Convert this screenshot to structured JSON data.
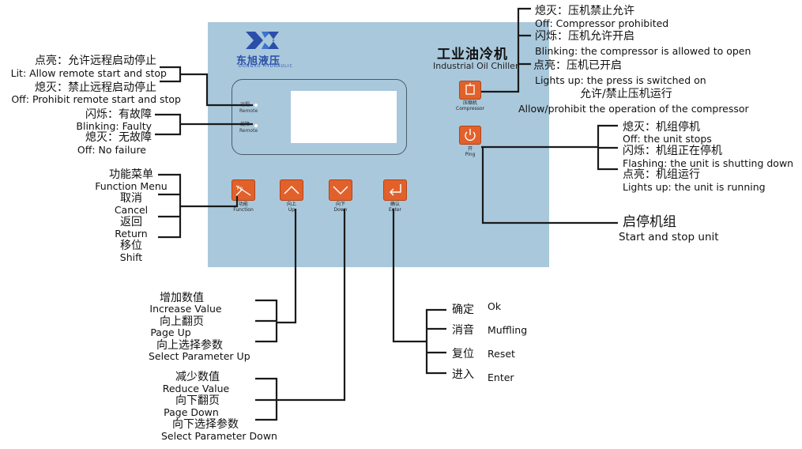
{
  "brand": {
    "name": "东旭液压",
    "subtitle": "DONGXU HYDRAULIC",
    "mark": "DX"
  },
  "product": {
    "title_cn": "工业油冷机",
    "title_en": "Industrial Oil Chiller"
  },
  "panel_labels": {
    "remote_cn": "远程",
    "remote_en": "Remote",
    "fault_cn": "故障",
    "fault_en": "Remote",
    "compressor_cn": "压缩机",
    "compressor_en": "Compressor",
    "power_cn": "开",
    "power_en": "Ping"
  },
  "keys": [
    {
      "cn": "功能",
      "en": "Function"
    },
    {
      "cn": "向上",
      "en": "Up"
    },
    {
      "cn": "向下",
      "en": "Down"
    },
    {
      "cn": "确认",
      "en": "Enter"
    }
  ],
  "callouts": {
    "remote": {
      "lit_cn": "点亮：允许远程启动停止",
      "lit_en": "Lit: Allow remote start and stop",
      "off_cn": "熄灭：禁止远程启动停止",
      "off_en": "Off: Prohibit remote start and stop"
    },
    "fault": {
      "blink_cn": "闪烁：有故障",
      "blink_en": "Blinking: Faulty",
      "off_cn": "熄灭：无故障",
      "off_en": "Off: No failure"
    },
    "function_key": [
      {
        "cn": "功能菜单",
        "en": "Function Menu"
      },
      {
        "cn": "取消",
        "en": "Cancel"
      },
      {
        "cn": "返回",
        "en": "Return"
      },
      {
        "cn": "移位",
        "en": "Shift"
      }
    ],
    "up_key": [
      {
        "cn": "增加数值",
        "en": "Increase Value"
      },
      {
        "cn": "向上翻页",
        "en": "Page Up"
      },
      {
        "cn": "向上选择参数",
        "en": "Select Parameter Up"
      }
    ],
    "down_key": [
      {
        "cn": "减少数值",
        "en": "Reduce Value"
      },
      {
        "cn": "向下翻页",
        "en": "Page Down"
      },
      {
        "cn": "向下选择参数",
        "en": "Select Parameter Down"
      }
    ],
    "enter_key": [
      {
        "cn": "确定",
        "en": "Ok"
      },
      {
        "cn": "消音",
        "en": "Muffling"
      },
      {
        "cn": "复位",
        "en": "Reset"
      },
      {
        "cn": "进入",
        "en": "Enter"
      }
    ],
    "compressor_led": {
      "off_cn": "熄灭：压机禁止允许",
      "off_en": "Off: Compressor prohibited",
      "blink_cn": "闪烁：压机允许开启",
      "blink_en": "Blinking: the compressor is allowed to open",
      "lit_cn": "点亮：压机已开启",
      "lit_en": "Lights up: the press is switched on",
      "button_cn": "允许/禁止压机运行",
      "button_en": "Allow/prohibit the operation of the compressor"
    },
    "unit_led": {
      "off_cn": "熄灭：机组停机",
      "off_en": "Off: the unit stops",
      "flash_cn": "闪烁：机组正在停机",
      "flash_en": "Flashing: the unit is shutting down",
      "lit_cn": "点亮：机组运行",
      "lit_en": "Lights up: the unit is running",
      "button_cn": "启停机组",
      "button_en": "Start and stop unit"
    }
  },
  "colors": {
    "panel": "#a9c8dc",
    "key": "#e2612b",
    "brand": "#2a4fa8",
    "line": "#1a1a1a"
  }
}
